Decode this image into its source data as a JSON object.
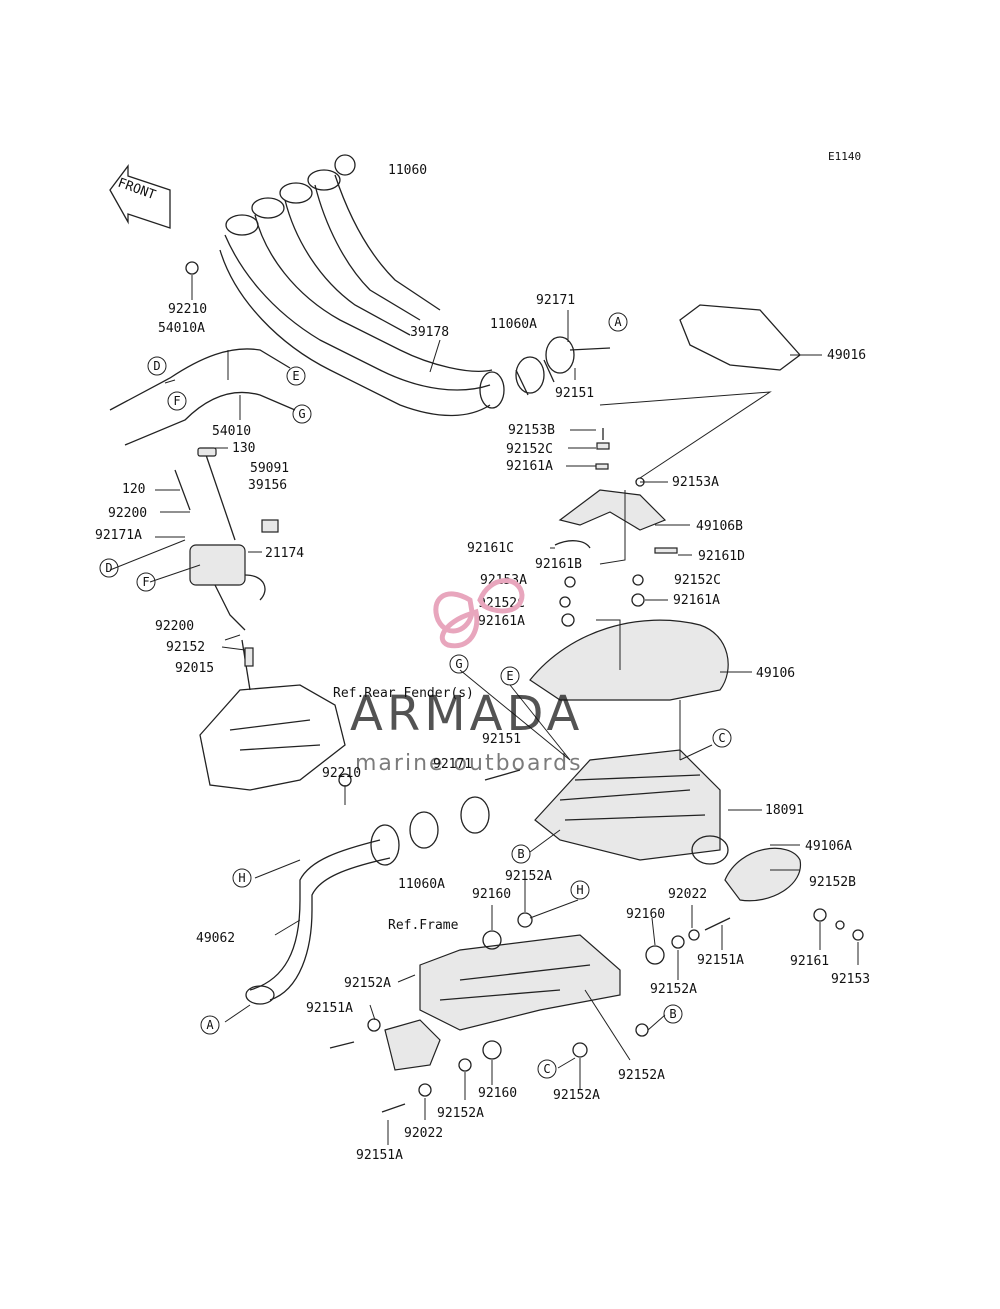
{
  "diagram": {
    "code": "E1140",
    "front_label": "FRONT",
    "ref_rear_fender": "Ref.Rear Fender(s)",
    "ref_frame": "Ref.Frame",
    "part_labels": {
      "p11060": "11060",
      "p92210a": "92210",
      "p54010A": "54010A",
      "p92171a": "92171",
      "p11060Aa": "11060A",
      "p39178": "39178",
      "p49016": "49016",
      "p92151a": "92151",
      "p54010": "54010",
      "p130": "130",
      "p59091": "59091",
      "p39156": "39156",
      "p120": "120",
      "p92200a": "92200",
      "p92171A": "92171A",
      "p21174": "21174",
      "p92153B": "92153B",
      "p92152Ca": "92152C",
      "p92161Aa": "92161A",
      "p92153Aa": "92153A",
      "p49106B": "49106B",
      "p92161C": "92161C",
      "p92161B": "92161B",
      "p92161D": "92161D",
      "p92153Ab": "92153A",
      "p92152Cb": "92152C",
      "p92152Cc": "92152C",
      "p92161Ab": "92161A",
      "p92161Ac": "92161A",
      "p92200b": "92200",
      "p92152": "92152",
      "p92015": "92015",
      "p49106": "49106",
      "p92151b": "92151",
      "p92171b": "92171",
      "p18091": "18091",
      "p92210b": "92210",
      "p49106A": "49106A",
      "p92152B": "92152B",
      "p11060Ab": "11060A",
      "p92152Aa": "92152A",
      "p92160a": "92160",
      "p92022a": "92022",
      "p49062": "49062",
      "p92160b": "92160",
      "p92151Aa": "92151A",
      "p92161": "92161",
      "p92153": "92153",
      "p92152Ab": "92152A",
      "p92152Ac": "92152A",
      "p92151Ab": "92151A",
      "p92160c": "92160",
      "p92152Ad": "92152A",
      "p92152Ae": "92152A",
      "p92022b": "92022",
      "p92151Ac": "92151A"
    },
    "callouts": {
      "A1": "A",
      "D1": "D",
      "E1": "E",
      "F1": "F",
      "G1": "G",
      "D2": "D",
      "F2": "F",
      "G2": "G",
      "E2": "E",
      "C1": "C",
      "B1": "B",
      "H1": "H",
      "H2": "H",
      "A2": "A",
      "B2": "B",
      "C2": "C"
    }
  },
  "watermark": {
    "brand": "ARMADA",
    "tagline": "marine outboards",
    "logo_color": "#e8a6bd"
  }
}
